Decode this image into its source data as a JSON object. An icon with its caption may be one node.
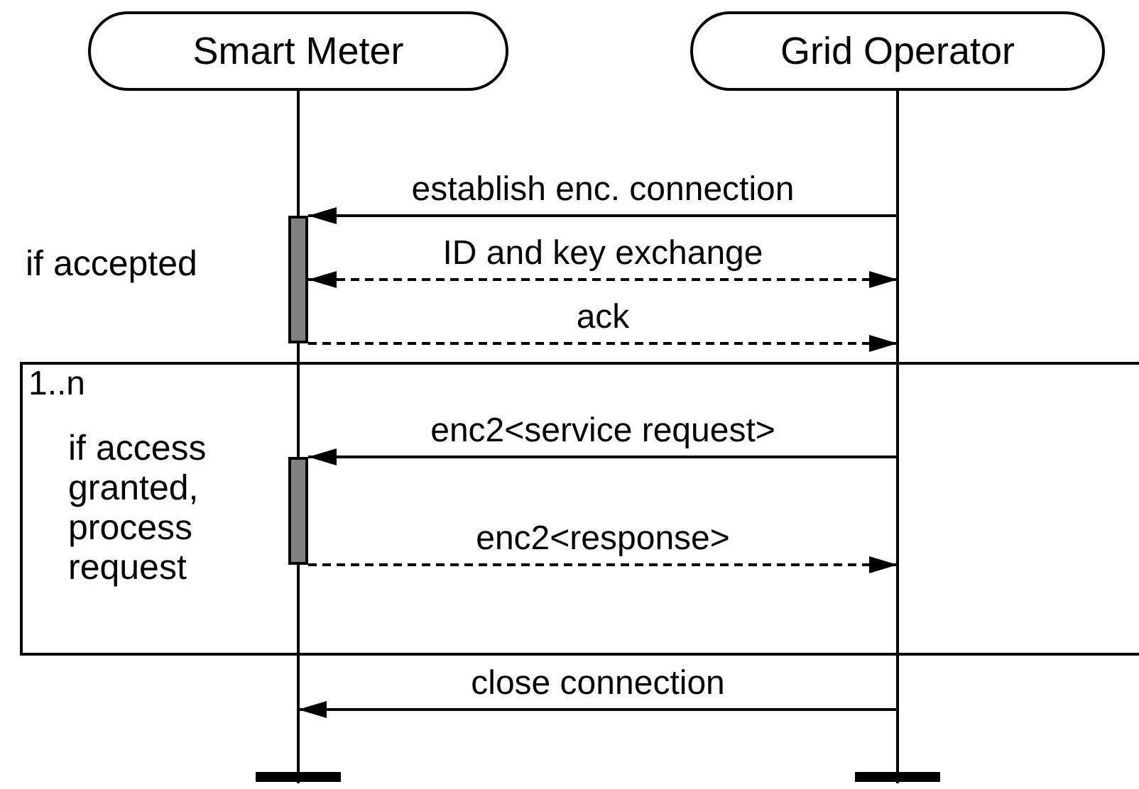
{
  "diagram": {
    "nodes": [
      {
        "text": [
          "Smart Meter"
        ]
      },
      {
        "text": [
          "Grid Operator"
        ]
      },
      {
        "text": [],
        "shape": "line"
      },
      {
        "text": [],
        "shape": "line"
      },
      {
        "text": [],
        "shape": "bar",
        "beside": [
          "if accepted"
        ]
      },
      {
        "text": [],
        "shape": "bar",
        "in": 6
      },
      {
        "text": [
          "1..n"
        ]
      }
    ],
    "edges": [
      {
        "from": 3,
        "to": 4,
        "arrow": "to",
        "label": "establish enc. connection"
      },
      {
        "from": 4,
        "to": 3,
        "arrow": "both",
        "label": "ID and key exchange",
        "style": "dashed"
      },
      {
        "from": 4,
        "to": 3,
        "arrow": "to",
        "label": "ack",
        "style": "dashed"
      },
      {
        "from": 3,
        "to": 5,
        "arrow": "to",
        "label": "enc2<service request>"
      },
      {
        "from": 5,
        "to": 3,
        "arrow": "to",
        "label": "enc2<response>",
        "style": "dashed"
      },
      {
        "from": 3,
        "to": 2,
        "arrow": "to",
        "label": "close connection"
      }
    ],
    "labels": [
      "if access granted, process request"
    ]
  }
}
